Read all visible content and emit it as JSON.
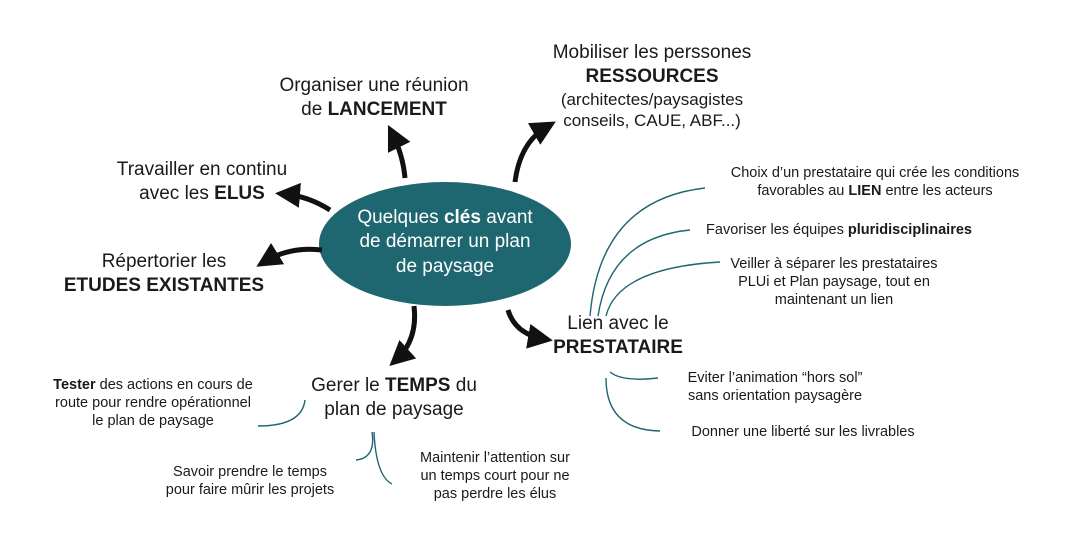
{
  "colors": {
    "center_fill": "#1e6670",
    "center_text": "#ffffff",
    "lines": "#1e6670",
    "arrows": "#111111"
  },
  "center": {
    "line1_a": "Quelques ",
    "line1_b": "clés",
    "line1_c": " avant",
    "line2": "de démarrer un plan",
    "line3": "de paysage"
  },
  "branches": {
    "lancement": {
      "line1": "Organiser une réunion",
      "line2_a": "de ",
      "line2_b": "LANCEMENT"
    },
    "ressources": {
      "line1": "Mobiliser les perssones",
      "line2": "RESSOURCES",
      "line3": "(architectes/paysagistes",
      "line4": "conseils, CAUE,  ABF...)"
    },
    "elus": {
      "line1": "Travailler en continu",
      "line2_a": "avec les ",
      "line2_b": "ELUS"
    },
    "etudes": {
      "line1": "Répertorier les",
      "line2": "ETUDES EXISTANTES"
    },
    "temps": {
      "line1_a": "Gerer le ",
      "line1_b": "TEMPS",
      "line1_c": " du",
      "line2": "plan de paysage"
    },
    "prestataire": {
      "line1": "Lien avec le",
      "line2": "PRESTATAIRE"
    }
  },
  "details": {
    "choix": {
      "line1": "Choix d’un prestataire qui crée les conditions",
      "line2_a": "favorables au ",
      "line2_b": "LIEN",
      "line2_c": " entre les acteurs"
    },
    "favoriser": {
      "a": "Favoriser les équipes ",
      "b": "pluridisciplinaires"
    },
    "veiller": {
      "line1": "Veiller à séparer les prestataires",
      "line2": "PLUi et Plan paysage, tout en",
      "line3": "maintenant un lien"
    },
    "eviter": {
      "line1": "Eviter l’animation “hors sol”",
      "line2": "sans orientation paysagère"
    },
    "liberte": {
      "text": "Donner une liberté sur les livrables"
    },
    "tester": {
      "line1_a": "Tester",
      "line1_b": " des actions en cours de",
      "line2": "route pour rendre opérationnel",
      "line3": "le plan de paysage"
    },
    "murir": {
      "line1": "Savoir prendre le temps",
      "line2": "pour faire mûrir les projets"
    },
    "attention": {
      "line1": "Maintenir l’attention sur",
      "line2": "un temps court pour ne",
      "line3": "pas perdre les élus"
    }
  }
}
